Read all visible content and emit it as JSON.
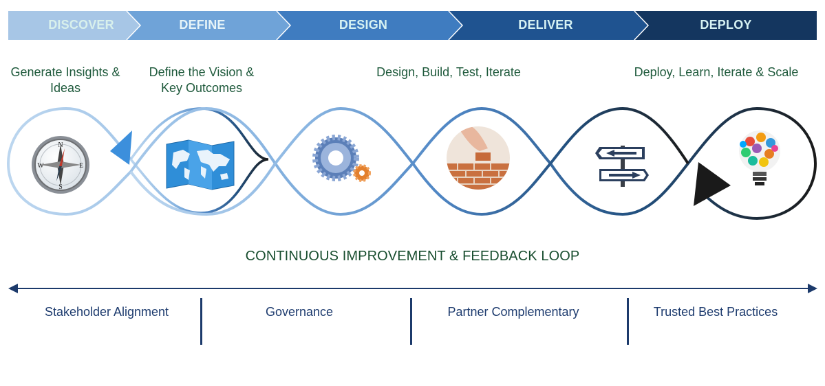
{
  "phases": [
    {
      "label": "DISCOVER",
      "fill": "#a7c6e6",
      "text_color": "#d8f0ec"
    },
    {
      "label": "DEFINE",
      "fill": "#6fa3d8",
      "text_color": "#e6f4f8"
    },
    {
      "label": "DESIGN",
      "fill": "#3f7cc0",
      "text_color": "#d6f2f3"
    },
    {
      "label": "DELIVER",
      "fill": "#1f5390",
      "text_color": "#d6f2f3"
    },
    {
      "label": "DEPLOY",
      "fill": "#14365f",
      "text_color": "#d6f2f3"
    }
  ],
  "captions": {
    "discover": "Generate Insights & Ideas",
    "define": "Define the Vision & Key Outcomes",
    "design": "Design, Build, Test, Iterate",
    "deploy": "Deploy, Learn, Iterate & Scale"
  },
  "loop_icons": [
    "compass-icon",
    "world-map-icon",
    "gears-icon",
    "brick-wall-icon",
    "direction-signs-icon",
    "lightbulb-icon"
  ],
  "loop_title": "CONTINUOUS IMPROVEMENT & FEEDBACK LOOP",
  "pillars": [
    "Stakeholder Alignment",
    "Governance",
    "Partner Complementary",
    "Trusted Best Practices"
  ],
  "colors": {
    "caption_green": "#1f5a3c",
    "pillar_navy": "#1d3b6e",
    "loop_light": "#a7c6e6",
    "loop_dark": "#1c1c1c"
  }
}
